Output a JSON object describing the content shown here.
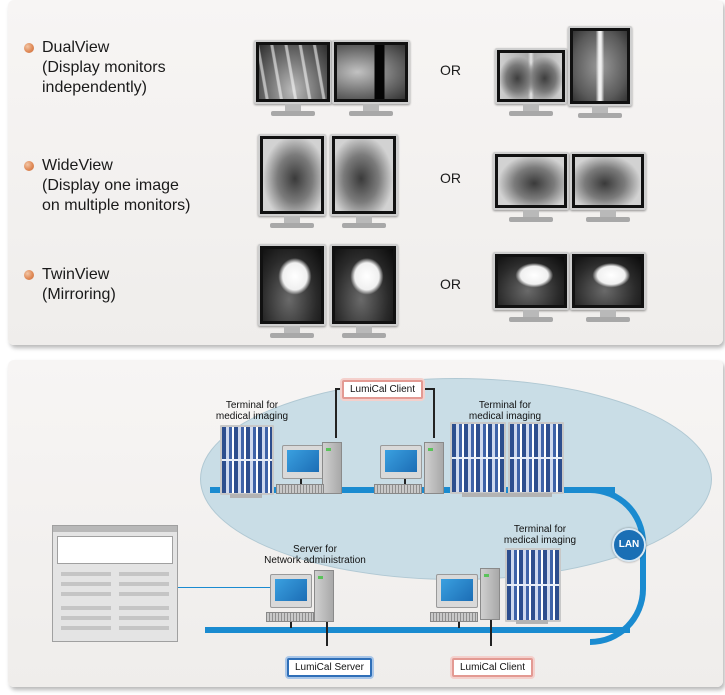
{
  "display_modes": [
    {
      "title": "DualView",
      "description_lines": [
        "(Display monitors",
        "independently)"
      ]
    },
    {
      "title": "WideView",
      "description_lines": [
        "(Display one image",
        "on multiple monitors)"
      ]
    },
    {
      "title": "TwinView",
      "description_lines": [
        "(Mirroring)"
      ]
    }
  ],
  "or_label": "OR",
  "network": {
    "terminal_label_lines": [
      "Terminal for",
      "medical imaging"
    ],
    "server_label_lines": [
      "Server for",
      "Network administration"
    ],
    "client_tag": "LumiCal Client",
    "server_tag": "LumiCal Server",
    "lan_label": "LAN"
  },
  "colors": {
    "bullet": "#e08a57",
    "lan": "#1a8bd0",
    "lan_badge": "#1a6fb5",
    "network_area": "#c9dde6",
    "client_tag_border": "#e39a93",
    "server_tag_border": "#2f6fb8"
  }
}
